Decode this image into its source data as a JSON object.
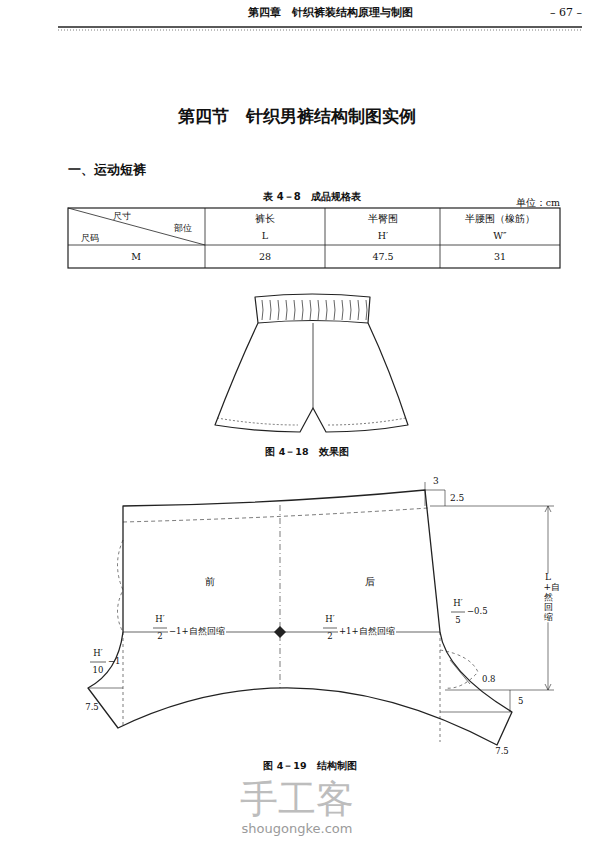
{
  "diagram": {
    "title": "第四节　针织男裤结构制图实例",
    "labels": [
      "第四章　针织裤装结构原理与制图",
      "– 67 –",
      "一、运动短裤",
      "表 4－8　成品规格表",
      "单位：cm",
      "尺寸",
      "部位",
      "尺码",
      "裤长",
      "L",
      "半臀围",
      "H′",
      "半腰围（橡筋）",
      "W″",
      "M",
      "28",
      "47.5",
      "31",
      "图 4－18　效果图",
      "3",
      "2.5",
      "L+自然回缩",
      "前",
      "后",
      "H′",
      "2",
      "−1+自然回缩",
      "H′",
      "2",
      "+1+自然回缩",
      "H′",
      "5",
      "−0.5",
      "0.8",
      "5",
      "7.5",
      "H′",
      "10",
      "−1",
      "7.5",
      "图 4－19　结构制图",
      "手工客",
      "shougongke.com"
    ]
  }
}
